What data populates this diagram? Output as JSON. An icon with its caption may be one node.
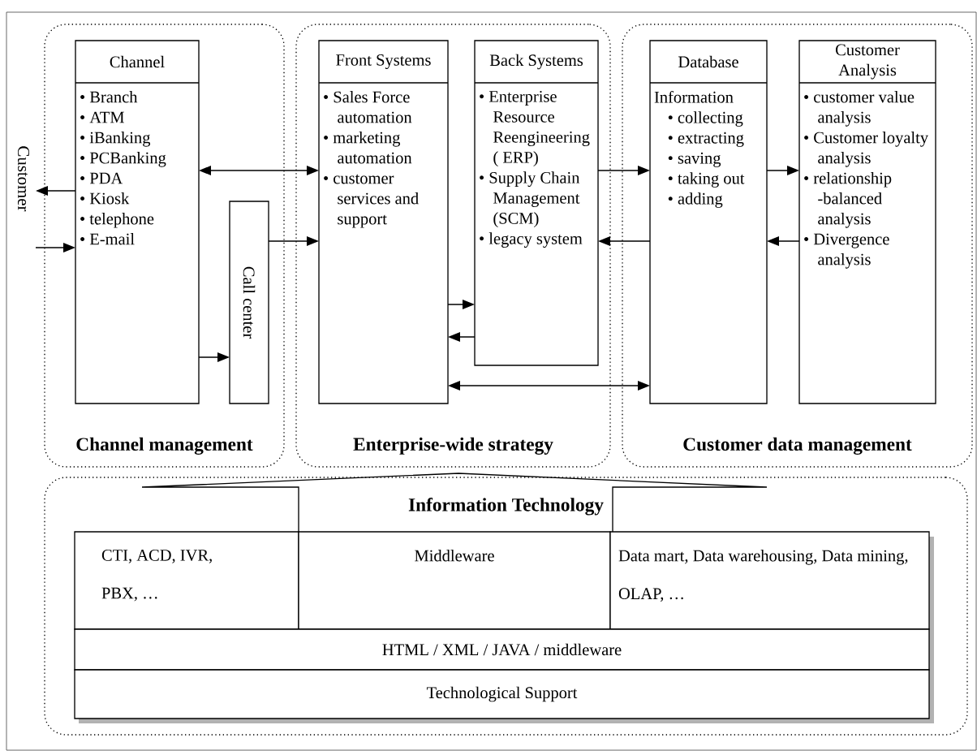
{
  "diagram": {
    "nodes": [
      {
        "text": [
          "Channel management"
        ]
      },
      {
        "text": [
          "Channel",
          "• Branch",
          "• ATM",
          "• iBanking",
          "• PCBanking",
          "• PDA",
          "• Kiosk",
          "• telephone",
          "• E-mail"
        ],
        "in": 0
      },
      {
        "text": [
          "Call center"
        ],
        "in": 0
      },
      {
        "text": [
          "Enterprise-wide strategy"
        ]
      },
      {
        "text": [
          "Front Systems",
          "• Sales Force automation",
          "• marketing automation",
          "• customer services and support"
        ],
        "in": 3
      },
      {
        "text": [
          "Back Systems",
          "• Enterprise Resource Reengineering ( ERP)",
          "• Supply Chain Management (SCM)",
          "• legacy system"
        ],
        "in": 3
      },
      {
        "text": [
          "Customer data management"
        ]
      },
      {
        "text": [
          "Database",
          "Information",
          "• collecting",
          "• extracting",
          "• saving",
          "• taking out",
          "• adding"
        ],
        "in": 6
      },
      {
        "text": [
          "Customer Analysis",
          "• customer value analysis",
          "• Customer loyalty analysis",
          "• relationship -balanced analysis",
          "• Divergence analysis"
        ],
        "in": 6
      },
      {
        "text": [
          "Customer"
        ]
      },
      {
        "text": [
          "Information Technology"
        ]
      },
      {
        "text": [
          "CTI, ACD, IVR, PBX, …"
        ],
        "in": 10
      },
      {
        "text": [
          "Middleware"
        ],
        "in": 10
      },
      {
        "text": [
          "Data mart, Data warehousing, Data mining, OLAP, …"
        ],
        "in": 10
      },
      {
        "text": [
          "HTML / XML / JAVA / middleware"
        ],
        "in": 10
      },
      {
        "text": [
          "Technological Support"
        ],
        "in": 10
      }
    ],
    "edges": [
      {
        "from": 1,
        "to": 9,
        "arrow": "to"
      },
      {
        "from": 9,
        "to": 1,
        "arrow": "to"
      },
      {
        "from": 1,
        "to": 4,
        "arrow": "both"
      },
      {
        "from": 1,
        "to": 2,
        "arrow": "to"
      },
      {
        "from": 2,
        "to": 4,
        "arrow": "to"
      },
      {
        "from": 4,
        "to": 5,
        "arrow": "to"
      },
      {
        "from": 5,
        "to": 4,
        "arrow": "to"
      },
      {
        "from": 4,
        "to": 7,
        "arrow": "both"
      },
      {
        "from": 5,
        "to": 7,
        "arrow": "to"
      },
      {
        "from": 7,
        "to": 5,
        "arrow": "to"
      },
      {
        "from": 7,
        "to": 8,
        "arrow": "to"
      },
      {
        "from": 8,
        "to": 7,
        "arrow": "to"
      }
    ]
  }
}
